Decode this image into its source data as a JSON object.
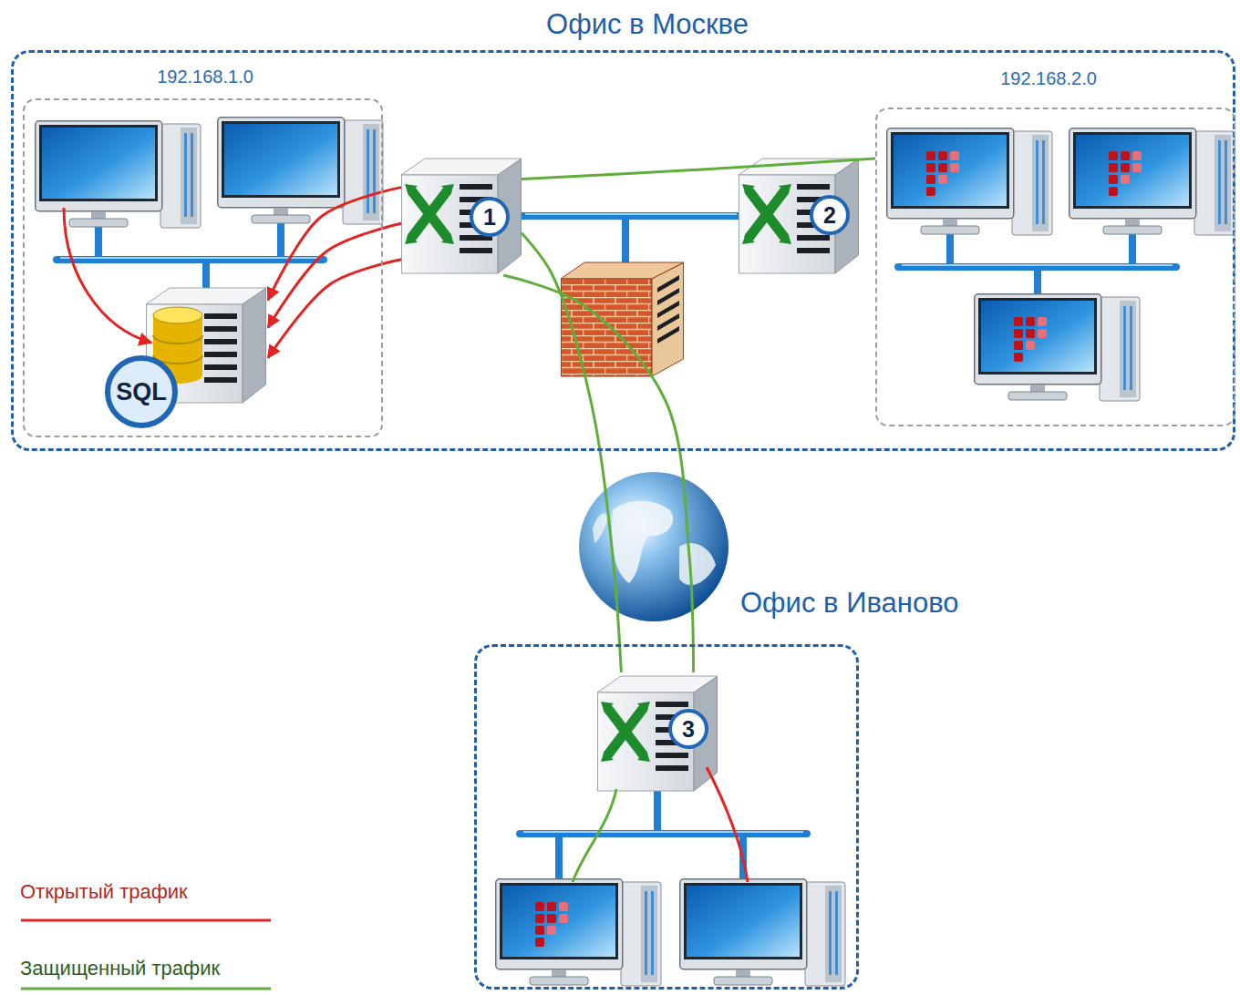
{
  "diagram": {
    "nodes": [
      {
        "text": [
          "Офис в Москве"
        ]
      },
      {
        "text": [
          "192.168.1.0"
        ],
        "in": 0
      },
      {
        "text": [
          "SQL"
        ],
        "in": 1
      },
      {
        "text": [
          "1"
        ],
        "in": 0
      },
      {
        "text": [
          "2"
        ],
        "in": 0
      },
      {
        "text": [
          "192.168.2.0"
        ],
        "in": 0
      },
      {
        "text": [
          "Офис в Иваново"
        ]
      },
      {
        "text": [
          "3"
        ],
        "in": 6
      }
    ],
    "edges": [
      {
        "from": 3,
        "to": 2,
        "arrow": "to"
      },
      {
        "from": 3,
        "to": 2,
        "arrow": "to"
      },
      {
        "from": 3,
        "to": 2,
        "arrow": "to"
      },
      {
        "from": 3,
        "to": 7,
        "arrow": "none"
      },
      {
        "from": 3,
        "to": 7,
        "arrow": "none"
      },
      {
        "from": 3,
        "to": 5,
        "arrow": "none"
      }
    ],
    "legend": [
      {
        "text": "Открытый трафик"
      },
      {
        "text": "Защищенный трафик"
      }
    ]
  }
}
